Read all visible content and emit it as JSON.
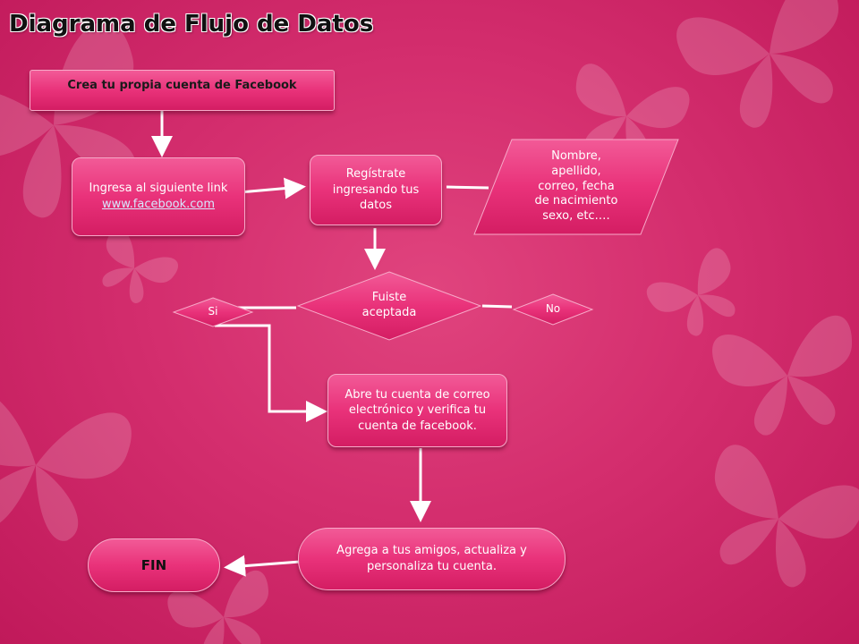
{
  "title": "Diagrama de Flujo de Datos",
  "nodes": {
    "start": "Crea tu propia cuenta de Facebook",
    "link_text": "Ingresa al siguiente link",
    "link_url_text": "www.facebook.com",
    "register": "Regístrate ingresando tus datos",
    "fields_lines": [
      "Nombre,",
      "apellido,",
      "correo, fecha",
      "de nacimiento",
      "sexo, etc.…"
    ],
    "decision": "Fuiste aceptada",
    "yes": "Si",
    "no": "No",
    "verify": "Abre tu cuenta de correo electrónico y verifica tu cuenta de facebook.",
    "add_friends": "Agrega a tus amigos, actualiza y personaliza tu cuenta.",
    "end": "FIN"
  },
  "colors": {
    "background": "#d42e6e",
    "node_fill": "#e9327a",
    "node_border": "#f7a9c8",
    "connector": "#ffffff",
    "title_text": "#111111",
    "link_text": "#d7e8ff"
  }
}
